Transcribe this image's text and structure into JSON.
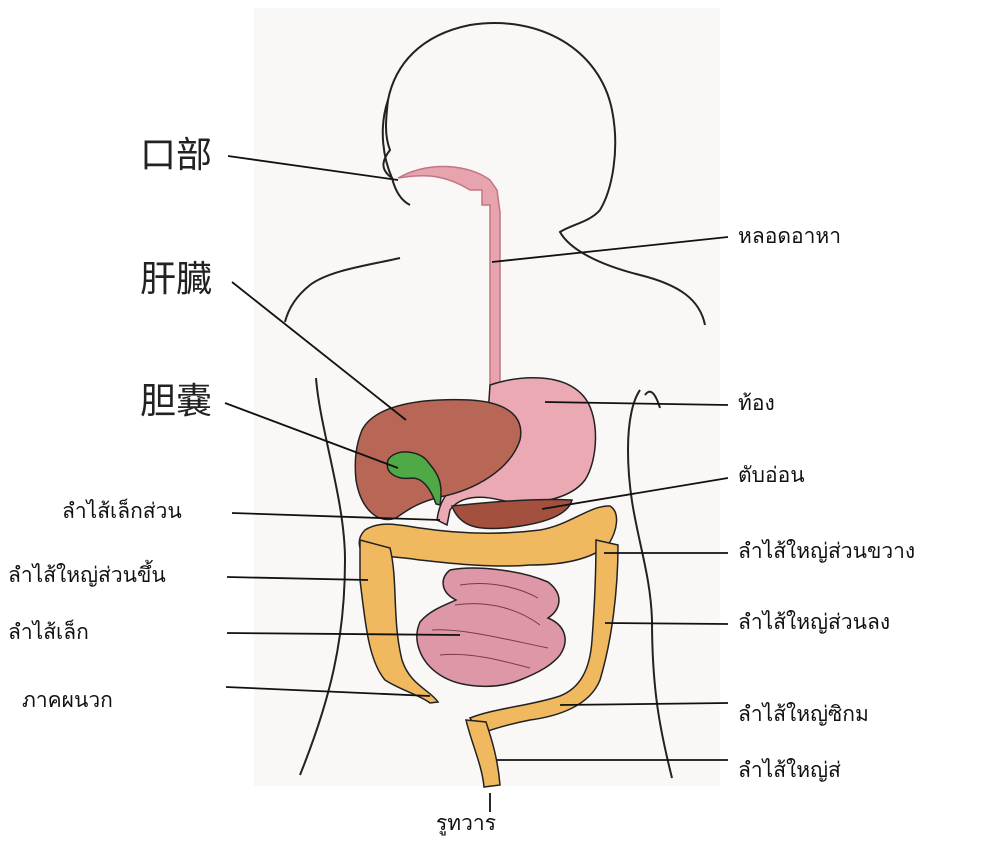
{
  "labels": {
    "mouth": "口部",
    "liver": "肝臓",
    "gallbladder": "胆嚢",
    "esophagus": "หลอดอาหา",
    "stomach": "ท้อง",
    "pancreas": "ตับอ่อน",
    "duodenum": "ลำไส้เล็กส่วน",
    "transverse_colon": "ลำไส้ใหญ่ส่วนขวาง",
    "ascending_colon": "ลำไส้ใหญ่ส่วนขึ้น",
    "descending_colon": "ลำไส้ใหญ่ส่วนลง",
    "small_intestine": "ลำไส้เล็ก",
    "appendix": "ภาคผนวก",
    "sigmoid_colon": "ลำไส้ใหญ่ซิกม",
    "rectum": "ลำไส้ใหญ่ส่",
    "anus": "รูทวาร"
  },
  "colors": {
    "paper": "#faf8f6",
    "outline": "#222222",
    "esophagus": "#e7a3ae",
    "stomach": "#ebaab3",
    "liver": "#b86756",
    "gallbladder": "#4faa45",
    "pancreas": "#a4503f",
    "colon": "#f0b95f",
    "small_intestine": "#dd97a7"
  }
}
